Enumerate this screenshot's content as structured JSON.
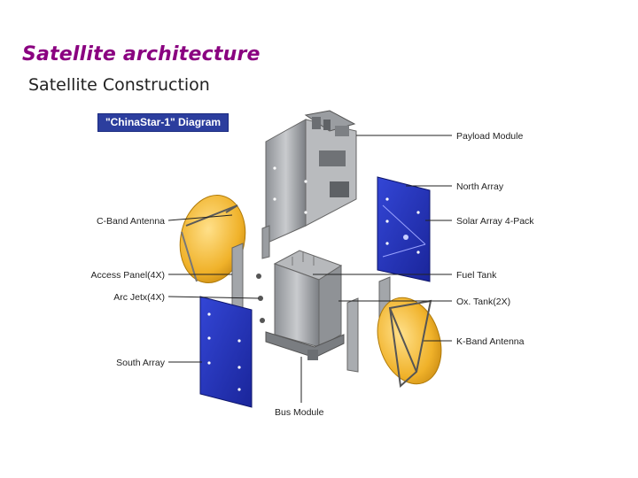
{
  "slide": {
    "title": "Satellite architecture",
    "subtitle": "Satellite Construction"
  },
  "diagram": {
    "banner": "\"ChinaStar-1\" Diagram",
    "labels": {
      "payload_module": "Payload Module",
      "north_array": "North Array",
      "solar_array": "Solar Array 4-Pack",
      "fuel_tank": "Fuel Tank",
      "ox_tank": "Ox. Tank(2X)",
      "k_band_antenna": "K-Band Antenna",
      "c_band_antenna": "C-Band Antenna",
      "access_panel": "Access Panel(4X)",
      "arc_jetx": "Arc Jetx(4X)",
      "south_array": "South Array",
      "bus_module": "Bus Module"
    },
    "colors": {
      "title": "#8a0080",
      "banner": "#2c3e9e",
      "solar_panel": "#1f2fb8",
      "antenna": "#f2b72e",
      "structure": "#a9acb0"
    }
  }
}
